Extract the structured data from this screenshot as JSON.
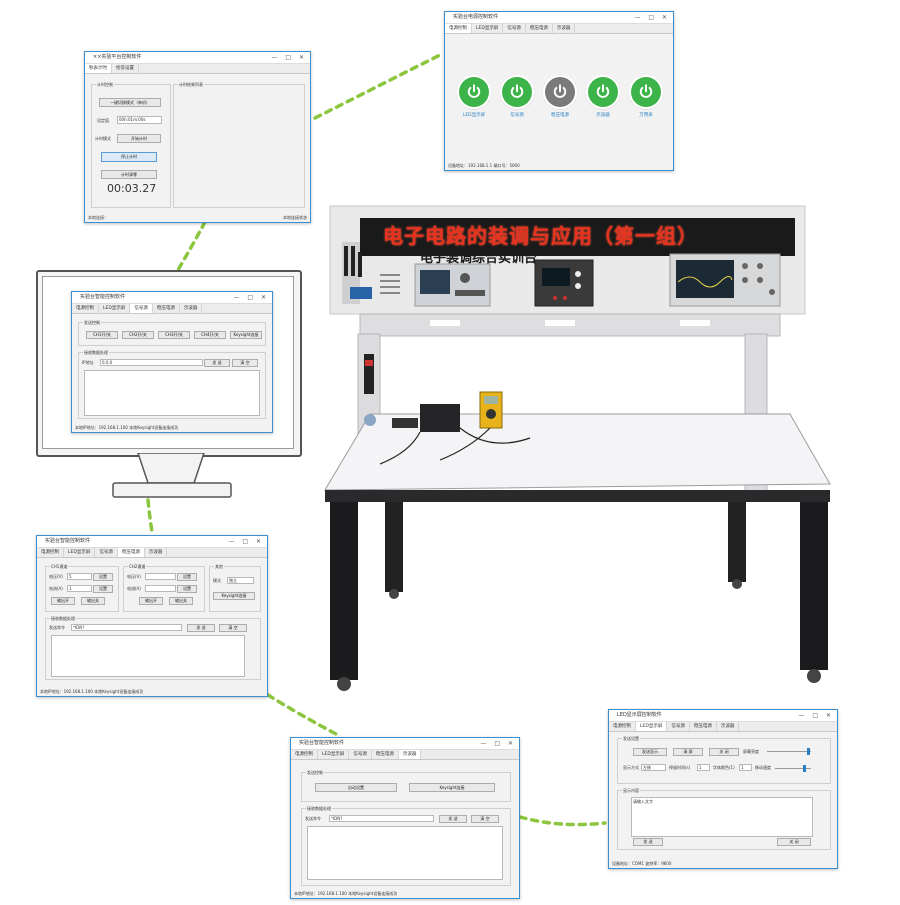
{
  "colors": {
    "accent": "#3a8fd0",
    "power_on": "#3db449",
    "power_off": "#7a7a7a",
    "led": "#e63320",
    "dash": "#8cc63f"
  },
  "workbench": {
    "led_banner": "电子电路的装调与应用（第一组）",
    "panel_title": "电子装调综合实训台"
  },
  "win_timer": {
    "title": "××实验平台控制软件",
    "tabs": [
      "秒表计时",
      "抢答设置"
    ],
    "group_left": "计时控制",
    "group_right": "计时结果列表",
    "btn_mode": "一键切换模式（单机）",
    "lbl_1": "设定值",
    "inp_1": "00h:01m:00s",
    "lbl_2": "计时模式",
    "btn_2": "开始计时",
    "btn_3": "停止计时",
    "btn_4": "计时清零",
    "timer_value": "00:03.27",
    "status_left": "本地连接：",
    "status_right": "本地连接状态"
  },
  "win_power": {
    "title": "实验台电源控制软件",
    "tabs": [
      "电源控制",
      "LED显示屏",
      "信号源",
      "稳压电源",
      "示波器"
    ],
    "buttons": [
      {
        "label": "LED显示屏",
        "on": true
      },
      {
        "label": "信号源",
        "on": true
      },
      {
        "label": "稳压电源",
        "on": false
      },
      {
        "label": "示波器",
        "on": true
      },
      {
        "label": "万用表",
        "on": true
      }
    ],
    "status": "设备地址：192.168.1.1  端口号：5000"
  },
  "win_monitor": {
    "title": "实验台智能控制软件",
    "tabs": [
      "电源控制",
      "LED显示屏",
      "信号源",
      "稳压电源",
      "示波器"
    ],
    "group_top": "发送控制",
    "buttons": [
      "CH1开/关",
      "CH2开/关",
      "CH3开/关",
      "CH4开/关",
      "Keysight连接"
    ],
    "group_bottom": "接收数据处理",
    "field_label": "IP地址",
    "field_value": "0,0,0",
    "btn_send": "发 送",
    "btn_clear": "清 空",
    "status": "本地IP地址：192.168.1.100  本地Keysight设备连接成功"
  },
  "win_supply": {
    "title": "实验台智能控制软件",
    "tabs": [
      "电源控制",
      "LED显示屏",
      "信号源",
      "稳压电源",
      "示波器"
    ],
    "group_1": "CH1通道",
    "ch1_v_label": "电压(V)",
    "ch1_v": "5",
    "ch1_i_label": "电流(A)",
    "ch1_i": "1",
    "btn_set1": "设置",
    "btn_set2": "设置",
    "btn_on1": "输出开",
    "btn_off1": "输出关",
    "group_2": "CH2通道",
    "ch2_v_label": "电压(V)",
    "ch2_i_label": "电流(A)",
    "btn_set3": "设置",
    "btn_set4": "设置",
    "btn_on2": "输出开",
    "btn_off2": "输出关",
    "group_3": "其他",
    "mode_label": "模式",
    "mode_value": "独立",
    "btn_link": "Keysight连接",
    "group_bottom": "接收数据处理",
    "field_label": "发送命令",
    "field_value": "*IDN?",
    "btn_send": "发 送",
    "btn_clear": "清 空",
    "status": "本地IP地址：192.168.1.100  本地Keysight设备连接成功"
  },
  "win_scope": {
    "title": "实验台智能控制软件",
    "tabs": [
      "电源控制",
      "LED显示屏",
      "信号源",
      "稳压电源",
      "示波器"
    ],
    "group_top": "发送控制",
    "btn_1": "自动设置",
    "btn_2": "Keysight连接",
    "group_bottom": "接收数据处理",
    "field_label": "发送命令",
    "field_value": "*IDN?",
    "btn_send": "发 送",
    "btn_clear": "清 空",
    "status": "本地IP地址：192.168.1.100  本地Keysight设备连接成功"
  },
  "win_led": {
    "title": "LED显示屏控制软件",
    "tabs": [
      "电源控制",
      "LED显示屏",
      "信号源",
      "稳压电源",
      "示波器"
    ],
    "group_top": "发送设置",
    "btn_1": "发送显示",
    "btn_2": "清 屏",
    "btn_3": "关 闭",
    "lbl_bright": "屏幕亮度",
    "lbl_a": "显示方式",
    "sel_a": "左移",
    "lbl_b": "停留时间(s)",
    "inp_b": "1",
    "lbl_c": "字体颜色(1)",
    "inp_c": "1",
    "lbl_speed": "移动速度",
    "group_bottom": "显示内容",
    "text_value": "请输入文字",
    "btn_send": "发 送",
    "btn_close": "关 闭",
    "status": "设备地址：COM1  波特率：9600"
  }
}
